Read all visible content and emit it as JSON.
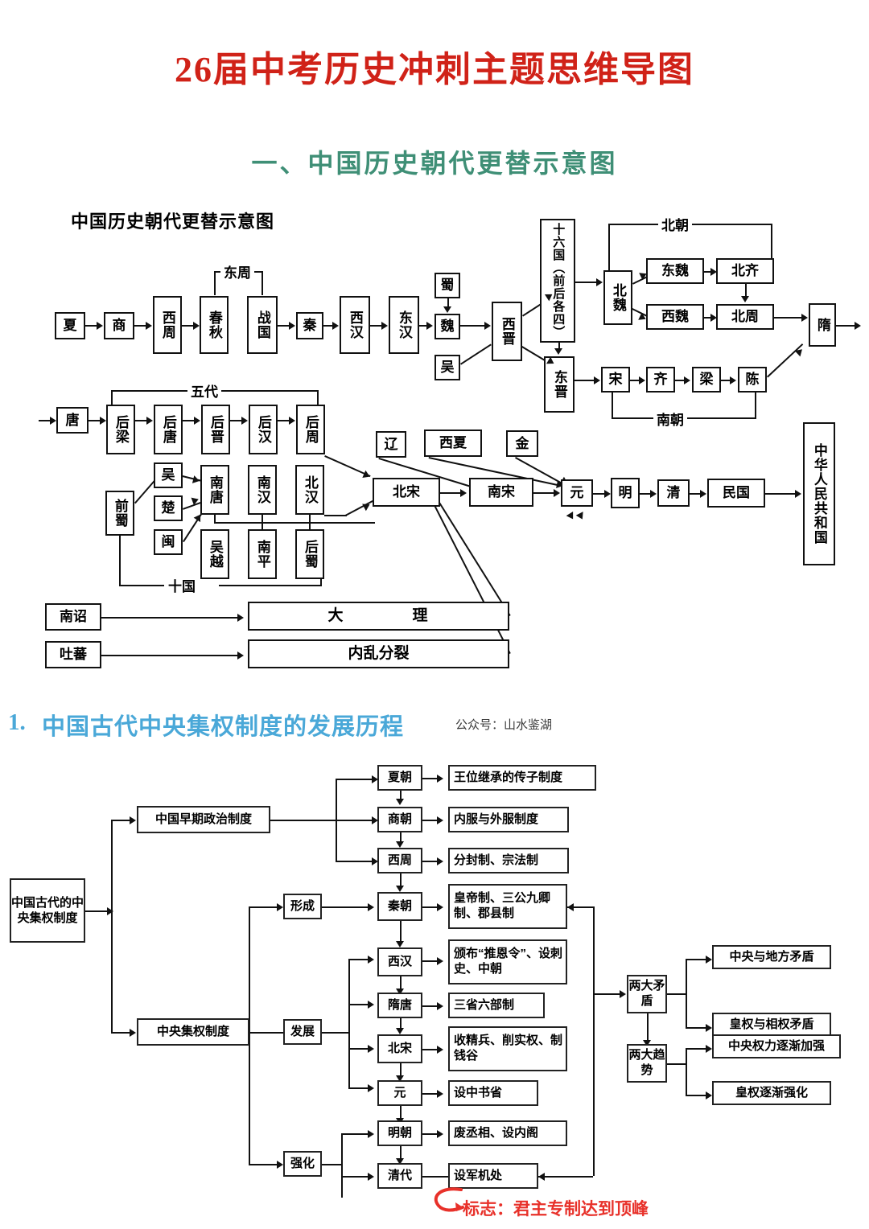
{
  "page": {
    "main_title": "26届中考历史冲刺主题思维导图",
    "sub_title": "一、中国历史朝代更替示意图",
    "section_number": "1.",
    "section_title": "中国古代中央集权制度的发展历程",
    "watermark": "公众号：山水鉴湖",
    "red_note": "标志：君主专制达到顶峰",
    "colors": {
      "title_red": "#d02218",
      "subtitle_green": "#3f8f76",
      "section_blue": "#4aa8d8",
      "note_red": "#e8312a",
      "line_black": "#111111"
    }
  },
  "dynasty_chart": {
    "caption": "中国历史朝代更替示意图",
    "row1": {
      "boxes": [
        "夏",
        "商",
        "西周",
        "春秋",
        "战国",
        "秦",
        "西汉",
        "东汉"
      ],
      "bracket_label": "东周",
      "three_kingdoms": [
        "蜀",
        "魏",
        "吴"
      ],
      "jin": "西晋",
      "sixteen_states": "十六国（前后各四）",
      "eastern_jin": "东晋",
      "northern_wei": "北魏",
      "northern_row_a": [
        "东魏",
        "北齐"
      ],
      "northern_row_b": [
        "西魏",
        "北周"
      ],
      "northern_label": "北朝",
      "southern_boxes": [
        "宋",
        "齐",
        "梁",
        "陈"
      ],
      "southern_label": "南朝",
      "sui": "隋"
    },
    "row2": {
      "tang": "唐",
      "five_dynasties": [
        "后梁",
        "后唐",
        "后晋",
        "后汉",
        "后周"
      ],
      "five_label": "五代",
      "ten_kingdoms_col0": [
        "前蜀"
      ],
      "ten_kingdoms_col1": [
        "吴",
        "楚",
        "闽"
      ],
      "ten_kingdoms_grid": [
        [
          "南唐",
          "南汉",
          "北汉"
        ],
        [
          "吴越",
          "南平",
          "后蜀"
        ]
      ],
      "ten_label": "十国",
      "liao": "辽",
      "xixia": "西夏",
      "jin_state": "金",
      "northern_song": "北宋",
      "southern_song": "南宋",
      "yuan": "元",
      "ming": "明",
      "qing": "清",
      "minguo": "民国",
      "prc": "中华人民共和国"
    },
    "row3": {
      "nanzhao": "南诏",
      "tubo": "吐蕃",
      "dali": "大　　　　理",
      "chaos": "内乱分裂"
    }
  },
  "centralization_chart": {
    "root": "中国古代的中央集权制度",
    "branch_early": "中国早期政治制度",
    "branch_central": "中央集权制度",
    "stages": [
      "形成",
      "发展",
      "强化"
    ],
    "rows": [
      {
        "dynasty": "夏朝",
        "detail": "王位继承的传子制度"
      },
      {
        "dynasty": "商朝",
        "detail": "内服与外服制度"
      },
      {
        "dynasty": "西周",
        "detail": "分封制、宗法制"
      },
      {
        "dynasty": "秦朝",
        "detail": "皇帝制、三公九卿制、郡县制"
      },
      {
        "dynasty": "西汉",
        "detail": "颁布“推恩令”、设刺史、中朝"
      },
      {
        "dynasty": "隋唐",
        "detail": "三省六部制"
      },
      {
        "dynasty": "北宋",
        "detail": "收精兵、削实权、制钱谷"
      },
      {
        "dynasty": "元",
        "detail": "设中书省"
      },
      {
        "dynasty": "明朝",
        "detail": "废丞相、设内阁"
      },
      {
        "dynasty": "清代",
        "detail": "设军机处"
      }
    ],
    "two_contradictions": "两大矛盾",
    "contradiction_items": [
      "中央与地方矛盾",
      "皇权与相权矛盾"
    ],
    "two_trends": "两大趋势",
    "trend_items": [
      "中央权力逐渐加强",
      "皇权逐渐强化"
    ]
  }
}
